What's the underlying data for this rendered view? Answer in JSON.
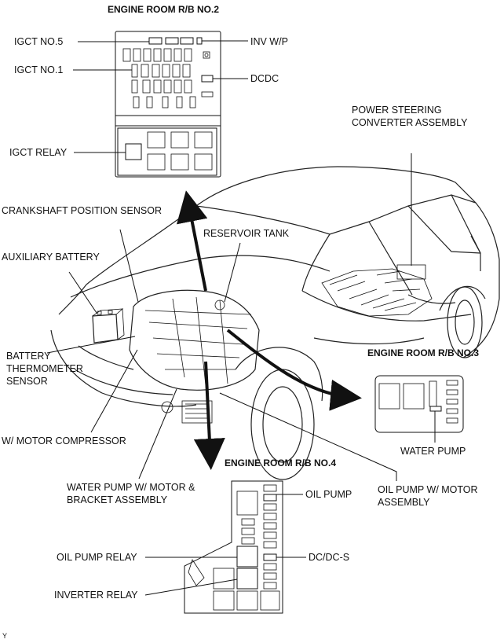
{
  "titles": {
    "rb2": "ENGINE ROOM R/B NO.2",
    "rb3": "ENGINE ROOM R/B NO.3",
    "rb4": "ENGINE ROOM R/B NO.4"
  },
  "labels": {
    "igct5": "IGCT NO.5",
    "invwp": "INV W/P",
    "igct1": "IGCT NO.1",
    "dcdc": "DCDC",
    "igctrelay": "IGCT RELAY",
    "ps1": "POWER STEERING",
    "ps2": "CONVERTER ASSEMBLY",
    "crank": "CRANKSHAFT POSITION SENSOR",
    "reservoir": "RESERVOIR TANK",
    "auxbat": "AUXILIARY BATTERY",
    "bts1": "BATTERY",
    "bts2": "THERMOMETER",
    "bts3": "SENSOR",
    "wmc": "W/ MOTOR COMPRESSOR",
    "waterpump": "WATER PUMP",
    "wpb1": "WATER PUMP W/ MOTOR &",
    "wpb2": "BRACKET ASSEMBLY",
    "opa1": "OIL PUMP W/ MOTOR",
    "opa2": "ASSEMBLY",
    "oilpump": "OIL PUMP",
    "oprelay": "OIL PUMP RELAY",
    "dcdcs": "DC/DC-S",
    "invrelay": "INVERTER RELAY",
    "corner": "Y"
  }
}
